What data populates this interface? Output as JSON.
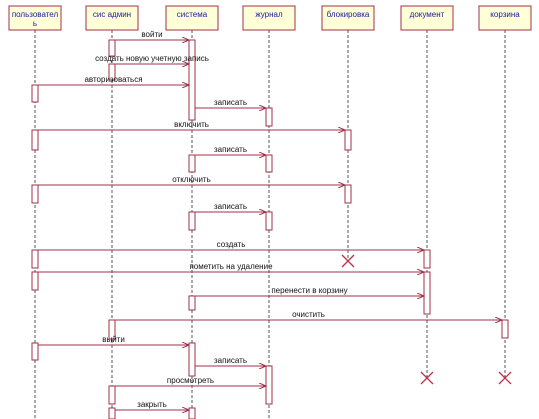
{
  "participants": [
    {
      "id": "user",
      "label_lines": [
        "пользовател",
        "ь"
      ]
    },
    {
      "id": "sysadmin",
      "label_lines": [
        "сис админ"
      ]
    },
    {
      "id": "system",
      "label_lines": [
        "система"
      ]
    },
    {
      "id": "journal",
      "label_lines": [
        "журнал"
      ]
    },
    {
      "id": "block",
      "label_lines": [
        "блокировка"
      ]
    },
    {
      "id": "document",
      "label_lines": [
        "документ"
      ]
    },
    {
      "id": "trash",
      "label_lines": [
        "корзина"
      ]
    }
  ],
  "messages": [
    {
      "from": "sysadmin",
      "to": "system",
      "label": "войти"
    },
    {
      "from": "sysadmin",
      "to": "system",
      "label": "создать новую учетную запись"
    },
    {
      "from": "user",
      "to": "system",
      "label": "авторизоваться"
    },
    {
      "from": "system",
      "to": "journal",
      "label": "записать"
    },
    {
      "from": "user",
      "to": "block",
      "label": "включить"
    },
    {
      "from": "system",
      "to": "journal",
      "label": "записать"
    },
    {
      "from": "user",
      "to": "block",
      "label": "отключить"
    },
    {
      "from": "system",
      "to": "journal",
      "label": "записать"
    },
    {
      "from": "user",
      "to": "document",
      "label": "создать"
    },
    {
      "from": "user",
      "to": "document",
      "label": "пометить на удаление"
    },
    {
      "from": "system",
      "to": "document",
      "label": "перенести в корзину"
    },
    {
      "from": "sysadmin",
      "to": "trash",
      "label": "очистить"
    },
    {
      "from": "user",
      "to": "system",
      "label": "выйти"
    },
    {
      "from": "system",
      "to": "journal",
      "label": "записать"
    },
    {
      "from": "sysadmin",
      "to": "journal",
      "label": "просмотреть"
    },
    {
      "from": "sysadmin",
      "to": "system",
      "label": "закрыть"
    }
  ],
  "destroyed": [
    "block",
    "document",
    "trash"
  ],
  "colors": {
    "header_fill": "#ffffd8",
    "border": "#a0304a",
    "header_text": "#1a1aa0",
    "destroy_mark": "#c0304a"
  }
}
